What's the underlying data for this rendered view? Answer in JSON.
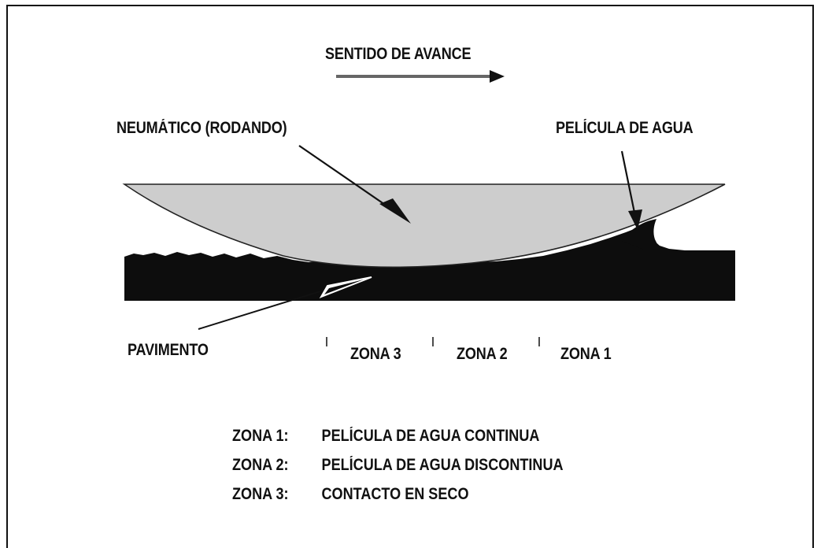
{
  "diagram": {
    "direction_label": "SENTIDO DE AVANCE",
    "tire_label": "NEUMÁTICO (RODANDO)",
    "water_film_label": "PELÍCULA DE AGUA",
    "pavement_label": "PAVIMENTO",
    "zones": [
      "ZONA 3",
      "ZONA 2",
      "ZONA 1"
    ]
  },
  "legend": [
    {
      "key": "ZONA 1:",
      "text": "PELÍCULA DE AGUA CONTINUA"
    },
    {
      "key": "ZONA 2:",
      "text": "PELÍCULA DE AGUA DISCONTINUA"
    },
    {
      "key": "ZONA 3:",
      "text": "CONTACTO EN SECO"
    }
  ]
}
